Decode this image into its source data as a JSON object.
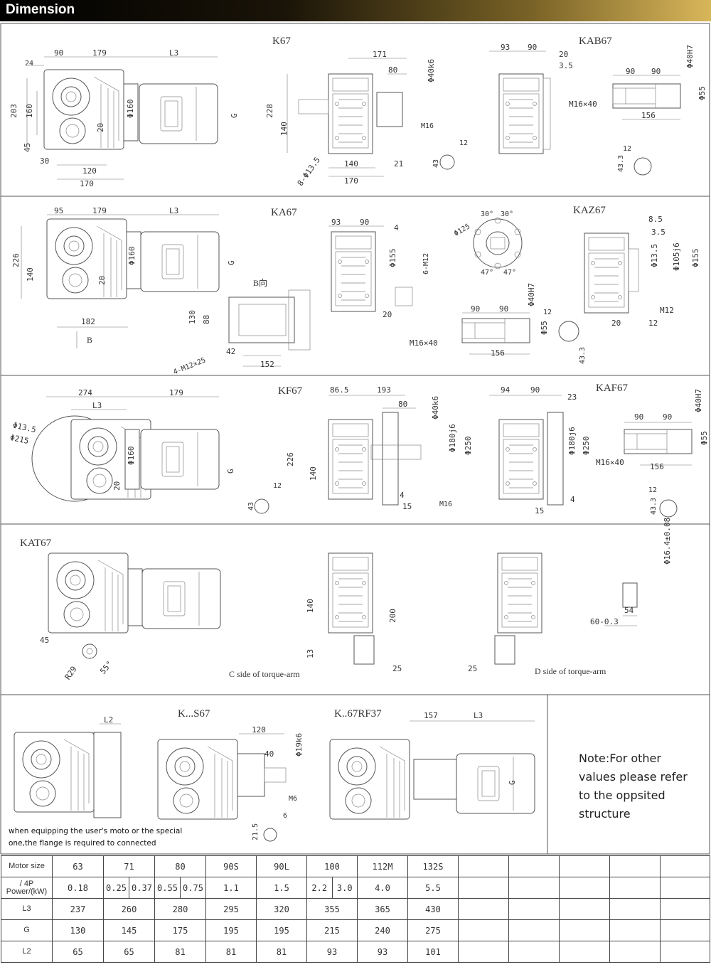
{
  "header": {
    "title": "Dimension"
  },
  "sections": {
    "k67": {
      "model_label": "K67",
      "view1": [
        "24",
        "90",
        "179",
        "L3",
        "203",
        "160",
        "45",
        "30",
        "120",
        "170",
        "20",
        "Φ160",
        "G"
      ],
      "view2": [
        "171",
        "80",
        "Φ40k6",
        "228",
        "140",
        "8-Φ13.5",
        "140",
        "170",
        "21",
        "M16",
        "12",
        "43"
      ],
      "kab_label": "KAB67",
      "kab_view": [
        "93",
        "90",
        "20",
        "3.5"
      ],
      "kab_shaft": [
        "90",
        "90",
        "Φ40H7",
        "M16×40",
        "Φ55",
        "156",
        "12",
        "43.3"
      ]
    },
    "ka67": {
      "model_label": "KA67",
      "view1": [
        "95",
        "179",
        "L3",
        "226",
        "140",
        "Φ160",
        "20",
        "182",
        "G",
        "B"
      ],
      "b_view": [
        "B向",
        "130",
        "88",
        "42",
        "152",
        "4-M12×25"
      ],
      "view2": [
        "93",
        "90",
        "4",
        "Φ155",
        "6-M12",
        "20"
      ],
      "shaft": [
        "90",
        "90",
        "Φ40H7",
        "12",
        "M16×40",
        "Φ55",
        "156",
        "43.3"
      ],
      "kaz_label": "KAZ67",
      "kaz_flange": [
        "30°",
        "30°",
        "Φ125",
        "47°",
        "47°"
      ],
      "kaz_view": [
        "8.5",
        "3.5",
        "Φ13.5",
        "Φ105j6",
        "Φ155",
        "M12",
        "20",
        "12"
      ]
    },
    "kf67": {
      "model_label": "KF67",
      "view1": [
        "274",
        "179",
        "L3",
        "Φ13.5",
        "Φ215",
        "Φ160",
        "20",
        "G",
        "12",
        "43"
      ],
      "view2": [
        "86.5",
        "193",
        "80",
        "Φ40k6",
        "226",
        "140",
        "Φ180j6",
        "Φ250",
        "4",
        "15",
        "M16"
      ],
      "kaf_label": "KAF67",
      "kaf_view": [
        "94",
        "90",
        "23",
        "Φ180j6",
        "Φ250",
        "4",
        "15"
      ],
      "kaf_shaft": [
        "90",
        "90",
        "Φ40H7",
        "M16×40",
        "Φ55",
        "156",
        "12",
        "43.3"
      ]
    },
    "kat67": {
      "model_label": "KAT67",
      "view1": [
        "45",
        "R29",
        "55°"
      ],
      "c_side": [
        "140",
        "200",
        "13",
        "25"
      ],
      "c_side_caption": "C side of torque-arm",
      "d_side": [
        "25"
      ],
      "d_side_caption": "D side of torque-arm",
      "bushing": [
        "Φ16.4±0.08",
        "54",
        "60-0.3"
      ]
    },
    "bottom": {
      "flange_view": [
        "L2"
      ],
      "ks_label": "K...S67",
      "ks_view": [
        "120",
        "40",
        "Φ19k6",
        "M6",
        "6",
        "21.5"
      ],
      "krf_label": "K..67RF37",
      "krf_view": [
        "157",
        "L3",
        "G"
      ],
      "footnote_line1": "when equipping the user's moto or the special",
      "footnote_line2": "one,the flange is required to connected",
      "note_lines": [
        "Note:For other",
        "values please refer",
        "to the oppsited",
        "structure"
      ]
    }
  },
  "table": {
    "row_labels": {
      "motor_size": "Motor size",
      "power": "/ 4P Power/(kW)",
      "l3": "L3",
      "g": "G",
      "l2": "L2"
    },
    "motor_size": [
      "63",
      "71",
      "80",
      "90S",
      "90L",
      "100",
      "112M",
      "132S"
    ],
    "power": [
      [
        "0.18"
      ],
      [
        "0.25",
        "0.37"
      ],
      [
        "0.55",
        "0.75"
      ],
      [
        "1.1"
      ],
      [
        "1.5"
      ],
      [
        "2.2",
        "3.0"
      ],
      [
        "4.0"
      ],
      [
        "5.5"
      ]
    ],
    "l3": [
      "237",
      "260",
      "280",
      "295",
      "320",
      "355",
      "365",
      "430"
    ],
    "g": [
      "130",
      "145",
      "175",
      "195",
      "195",
      "215",
      "240",
      "275"
    ],
    "l2": [
      "65",
      "65",
      "81",
      "81",
      "81",
      "93",
      "93",
      "101"
    ]
  }
}
